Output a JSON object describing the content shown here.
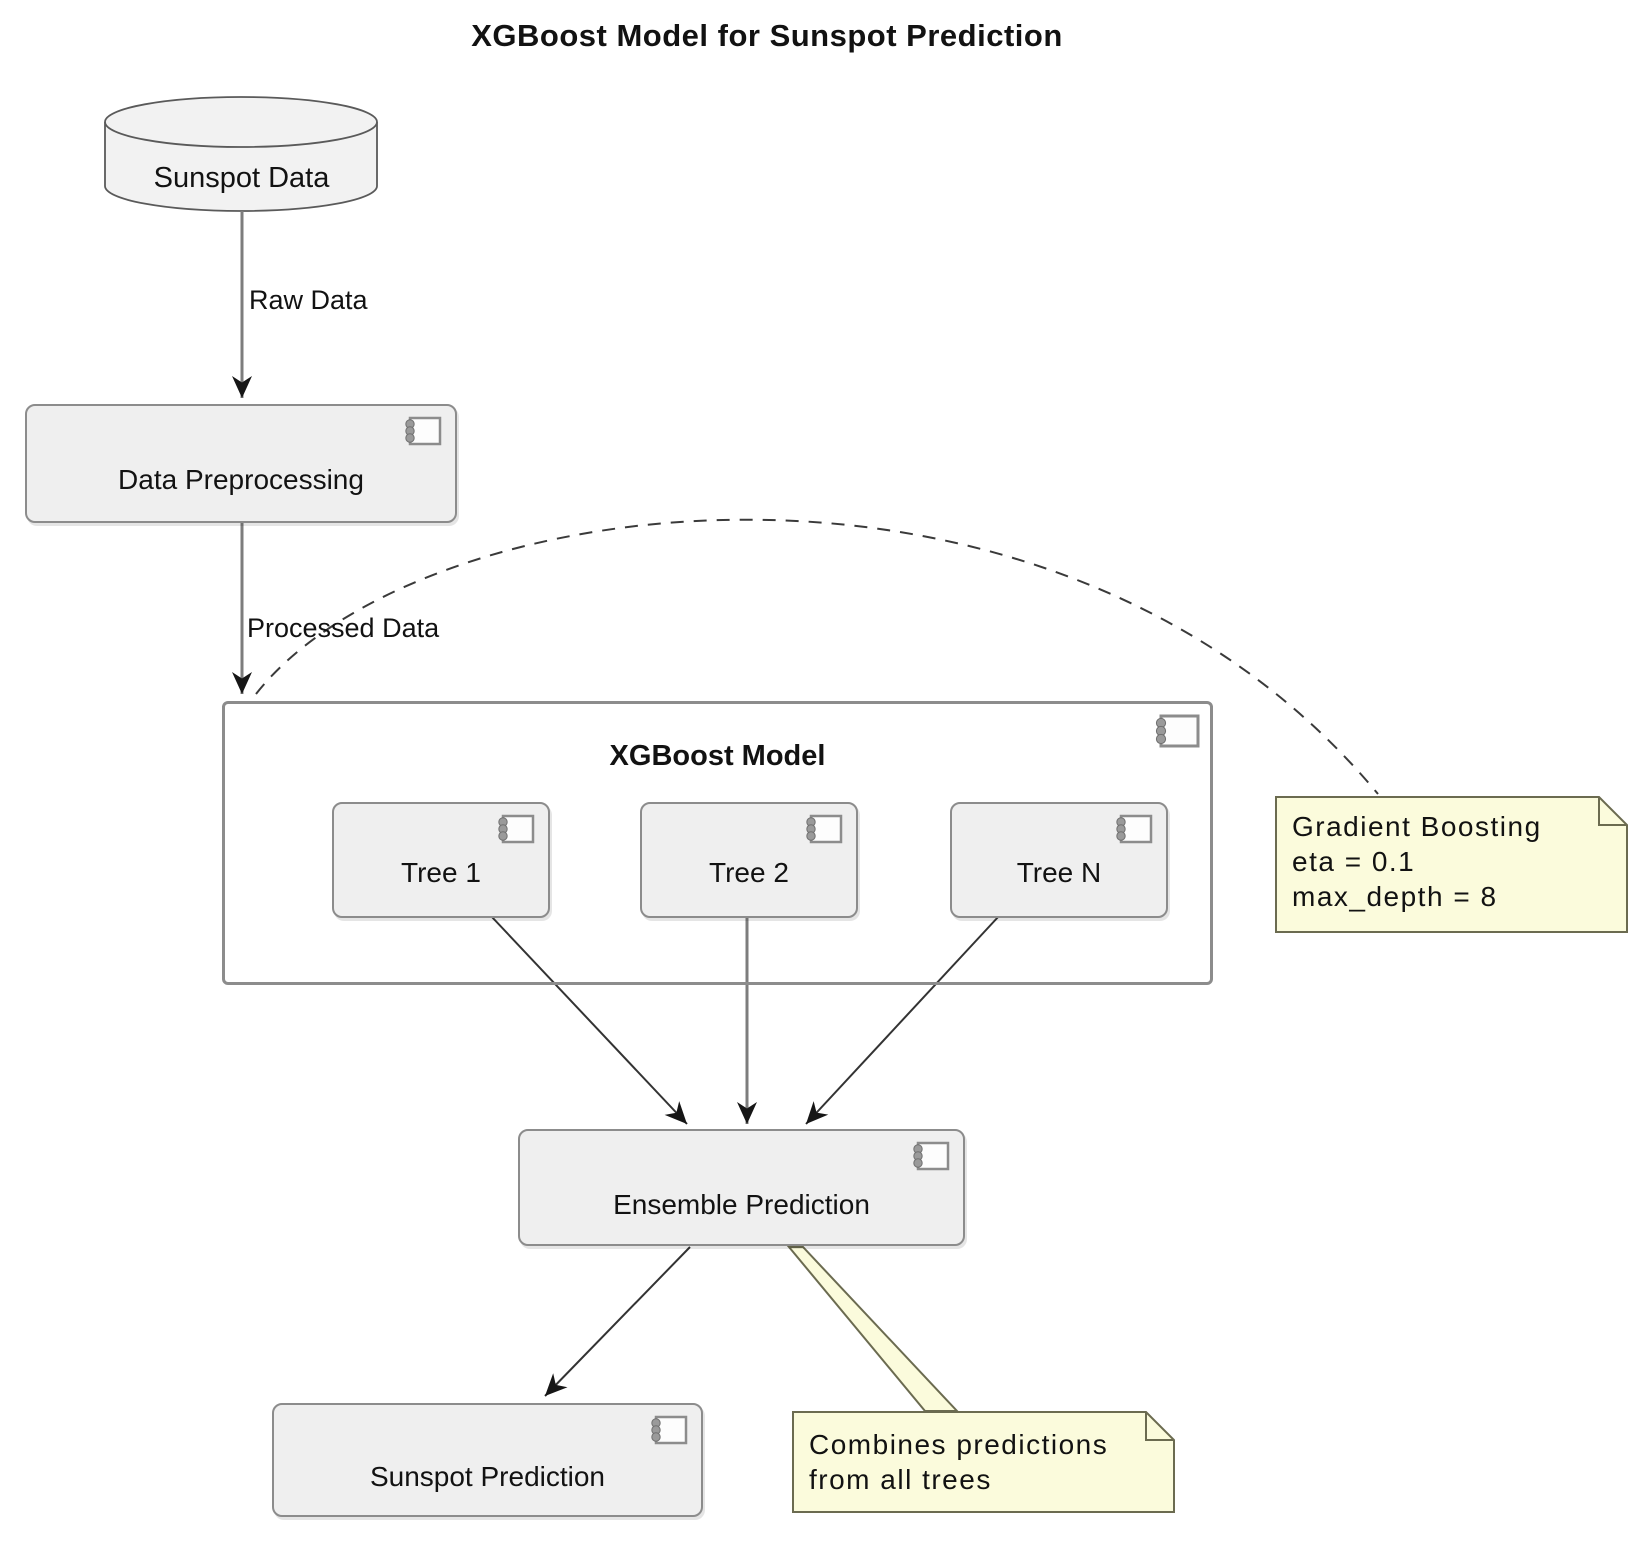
{
  "title": "XGBoost Model for Sunspot Prediction",
  "nodes": {
    "sunspot_data": {
      "label": "Sunspot Data",
      "shape": "cylinder"
    },
    "data_preprocessing": {
      "label": "Data Preprocessing",
      "shape": "component"
    },
    "xgboost_model": {
      "label": "XGBoost Model",
      "shape": "container-component"
    },
    "tree_1": {
      "label": "Tree 1",
      "shape": "component"
    },
    "tree_2": {
      "label": "Tree 2",
      "shape": "component"
    },
    "tree_n": {
      "label": "Tree N",
      "shape": "component"
    },
    "ensemble_prediction": {
      "label": "Ensemble Prediction",
      "shape": "component"
    },
    "sunspot_prediction": {
      "label": "Sunspot Prediction",
      "shape": "component"
    }
  },
  "edges": {
    "raw_data": {
      "label": "Raw Data",
      "from": "sunspot_data",
      "to": "data_preprocessing"
    },
    "processed_data": {
      "label": "Processed Data",
      "from": "data_preprocessing",
      "to": "xgboost_model"
    },
    "tree1_to_ensemble": {
      "label": "",
      "from": "tree_1",
      "to": "ensemble_prediction"
    },
    "tree2_to_ensemble": {
      "label": "",
      "from": "tree_2",
      "to": "ensemble_prediction"
    },
    "treen_to_ensemble": {
      "label": "",
      "from": "tree_n",
      "to": "ensemble_prediction"
    },
    "ensemble_to_sunspot": {
      "label": "",
      "from": "ensemble_prediction",
      "to": "sunspot_prediction"
    }
  },
  "notes": {
    "gradient_boosting": {
      "lines": [
        "Gradient Boosting",
        "eta = 0.1",
        "max_depth = 8"
      ],
      "attached_to": "xgboost_model"
    },
    "combines": {
      "lines": [
        "Combines predictions",
        "from all trees"
      ],
      "attached_to": "ensemble_prediction"
    }
  },
  "colors": {
    "node_fill": "#efefef",
    "node_border": "#8c8c8c",
    "note_fill": "#fbfbdc",
    "note_border": "#6b6b50",
    "edge_gray": "#7d7d7d",
    "edge_dark": "#333333",
    "arrow": "#161616",
    "text": "#121212"
  }
}
